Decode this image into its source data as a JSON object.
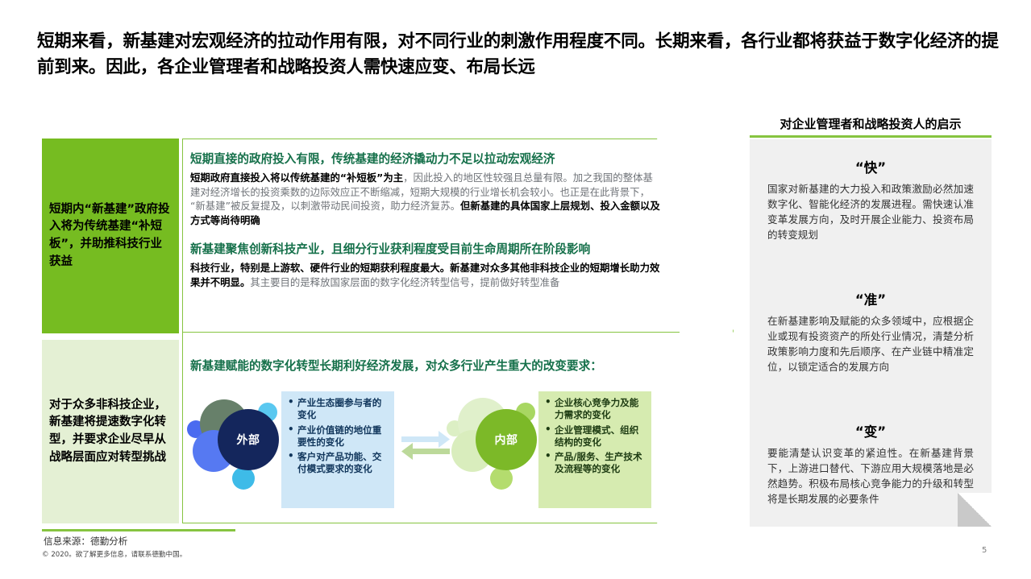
{
  "headline": "短期来看，新基建对宏观经济的拉动作用有限，对不同行业的刺激作用程度不同。长期来看，各行业都将获益于数字化经济的提前到来。因此，各企业管理者和战略投资人需快速应变、布局长远",
  "colors": {
    "green_primary": "#76bc21",
    "green_light": "#e4f0d4",
    "green_border": "#86c440",
    "heading_green": "#15704a",
    "blue_box": "#cfe7f7",
    "green_box": "#d6ebb0",
    "panel_gray": "#f0f0f0",
    "navy_hub": "#14265c",
    "green_hub": "#7cb928"
  },
  "left_labels": [
    {
      "text": "短期内“新基建”政府投入将为传统基建“补短板”，并助推科技行业获益"
    },
    {
      "text": "对于众多非科技企业，新基建将提速数字化转型，并要求企业尽早从战略层面应对转型挑战"
    }
  ],
  "blocks": [
    {
      "heading": "短期直接的政府投入有限，传统基建的经济撬动力不足以拉动宏观经济",
      "lead": "短期政府直接投入将以传统基建的“补短板”为主",
      "body": "，因此投入的地区性较强且总量有限。加之我国的整体基建对经济增长的投资乘数的边际效应正不断缩减，短期大规模的行业增长机会较小。也正是在此背景下，“新基建”被反复提及，以刺激带动民间投资，助力经济复苏。",
      "tail_bold": "但新基建的具体国家上层规划、投入金额以及方式等尚待明确"
    },
    {
      "heading": "新基建聚焦创新科技产业，且细分行业获利程度受目前生命周期所在阶段影响",
      "lead": "科技行业，特别是上游软、硬件行业的短期获利程度最大。新基建对众多其他非科技企业的短期增长助力效果并不明显。",
      "body": "其主要目的是释放国家层面的数字化经济转型信号，提前做好转型准备",
      "tail_bold": ""
    }
  ],
  "block3_heading": "新基建赋能的数字化转型长期利好经济发展，对众多行业产生重大的改变要求：",
  "diagram": {
    "external": {
      "hub_label": "外部",
      "bullets": [
        "产业生态圈参与者的变化",
        "产业价值链的地位重要性的变化",
        "客户对产品功能、交付模式要求的变化"
      ]
    },
    "internal": {
      "hub_label": "内部",
      "bullets": [
        "企业核心竞争力及能力需求的变化",
        "企业管理模式、组织结构的变化",
        "产品/服务、生产技术及流程等的变化"
      ]
    },
    "exchange_icon": "two-way-arrows-icon"
  },
  "right_panel": {
    "title": "对企业管理者和战略投资人的启示",
    "items": [
      {
        "title": "“快”",
        "text": "国家对新基建的大力投入和政策激励必然加速数字化、智能化经济的发展进程。需快速认准变革发展方向，及时开展企业能力、投资布局的转变规划"
      },
      {
        "title": "“准”",
        "text": "在新基建影响及赋能的众多领域中，应根据企业或现有投资资产的所处行业情况，清楚分析政策影响力度和先后顺序、在产业链中精准定位，以锁定适合的发展方向"
      },
      {
        "title": "“变”",
        "text": "要能清楚认识变革的紧迫性。在新基建背景下，上游进口替代、下游应用大规模落地是必然趋势。积极布局核心竞争能力的升级和转型将是长期发展的必要条件"
      }
    ]
  },
  "footer": {
    "source": "信息来源：德勤分析",
    "copyright": "© 2020。欲了解更多信息，请联系德勤中国。",
    "page_number": "5"
  }
}
